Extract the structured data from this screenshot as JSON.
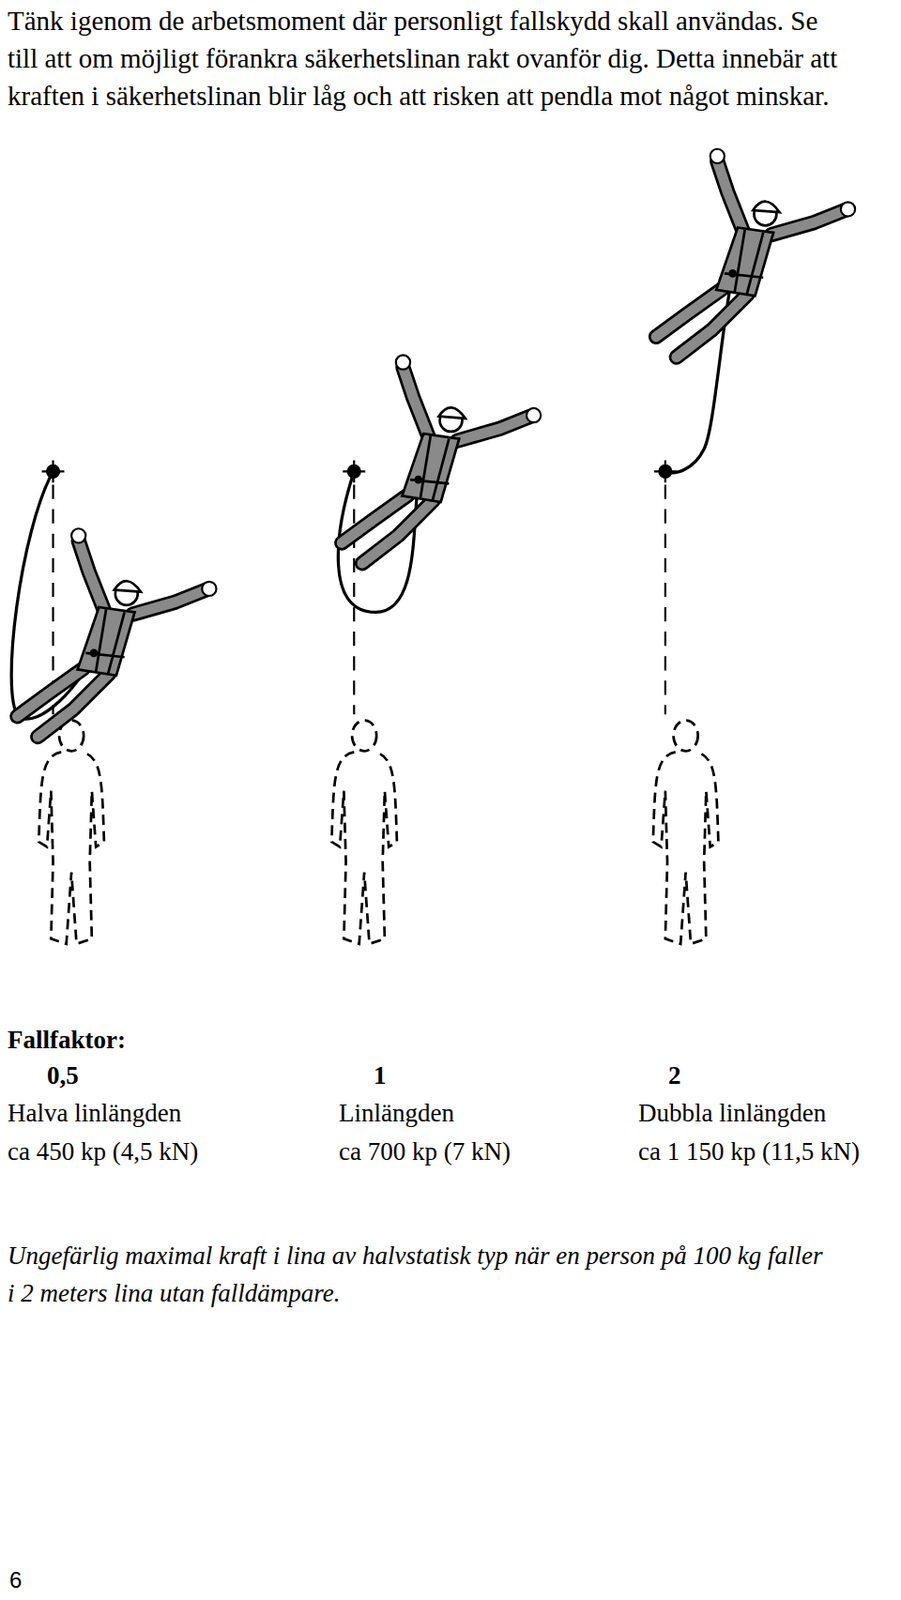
{
  "diagram": {
    "caption": "Ungefärlig maximal kraft i lina av halvstatisk typ när en person på 100 kg faller i 2 meters lina utan falldämpare.",
    "labels": [
      "Tänk igenom de arbetsmoment där personligt fallskydd skall användas. Se till att om möjligt förankra säkerhetslinan rakt ovanför dig. Detta innebär att kraften i säkerhetslinan blir låg och att risken att pendla mot något minskar.",
      "Fallfaktor:",
      "0,5",
      "1",
      "2",
      "Halva linlängden",
      "Linlängden",
      "Dubbla linlängden",
      "ca 450 kp (4,5 kN)",
      "ca 700 kp (7 kN)",
      "ca 1 150 kp (11,5 kN)",
      "6"
    ]
  }
}
